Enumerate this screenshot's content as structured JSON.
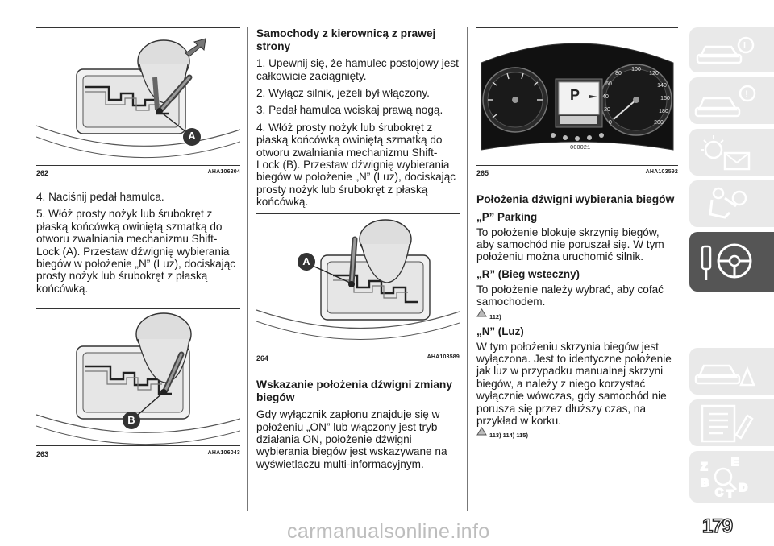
{
  "left": {
    "fig262": {
      "num": "262",
      "code": "AHA106304",
      "label": "A"
    },
    "p1": "4. Naciśnij pedał hamulca.",
    "p2": "5. Włóż prosty nożyk lub śrubokręt z płaską końcówką owiniętą szmatką do otworu zwalniania mechanizmu Shift-Lock (A). Przestaw dźwignię wybierania biegów w położenie „N” (Luz), dociskając prosty nożyk lub śrubokręt z płaską końcówką.",
    "fig263": {
      "num": "263",
      "code": "AHA106043",
      "label": "B"
    }
  },
  "middle": {
    "heading1": "Samochody z kierownicą z prawej strony",
    "s1": "1. Upewnij się, że hamulec postojowy jest całkowicie zaciągnięty.",
    "s2": "2. Wyłącz silnik, jeżeli był włączony.",
    "s3": "3. Pedał hamulca wciskaj prawą nogą.",
    "s4": "4. Włóż prosty nożyk lub śrubokręt z płaską końcówką owiniętą szmatką do otworu zwalniania mechanizmu Shift-Lock (B). Przestaw dźwignię wybierania biegów w położenie „N” (Luz), dociskając prosty nożyk lub śrubokręt z płaską końcówką.",
    "fig264": {
      "num": "264",
      "code": "AHA103589",
      "label": "A"
    },
    "heading2": "Wskazanie położenia dźwigni zmiany biegów",
    "body2": "Gdy wyłącznik zapłonu znajduje się w położeniu „ON” lub włączony jest tryb działania ON, położenie dźwigni wybierania biegów jest wskazywane na wyświetlaczu multi-informacyjnym."
  },
  "right": {
    "fig265": {
      "num": "265",
      "code": "AHA103592",
      "gear": "P",
      "odo": "000021"
    },
    "heading": "Położenia dźwigni wybierania biegów",
    "p_title": "„P” Parking",
    "p_text": "To położenie blokuje skrzynię biegów, aby samochód nie poruszał się. W tym położeniu można uruchomić silnik.",
    "r_title": "„R” (Bieg wsteczny)",
    "r_text": "To położenie należy wybrać, aby cofać samochodem.",
    "r_ref": "112)",
    "n_title": "„N” (Luz)",
    "n_text": "W tym położeniu skrzynia biegów jest wyłączona. Jest to identyczne położenie jak luz w przypadku manualnej skrzyni biegów, a należy z niego korzystać wyłącznie wówczas, gdy samochód nie porusza się przez dłuższy czas, na przykład w korku.",
    "n_ref": "113) 114) 115)"
  },
  "page_number": "179",
  "watermark": "carmanualsonline.info",
  "tabs": [
    "car-info-icon",
    "car-warning-icon",
    "lights-message-icon",
    "airbag-seat-icon",
    "steering-key-icon",
    "car-breakdown-icon",
    "service-list-icon",
    "index-letters-icon"
  ]
}
